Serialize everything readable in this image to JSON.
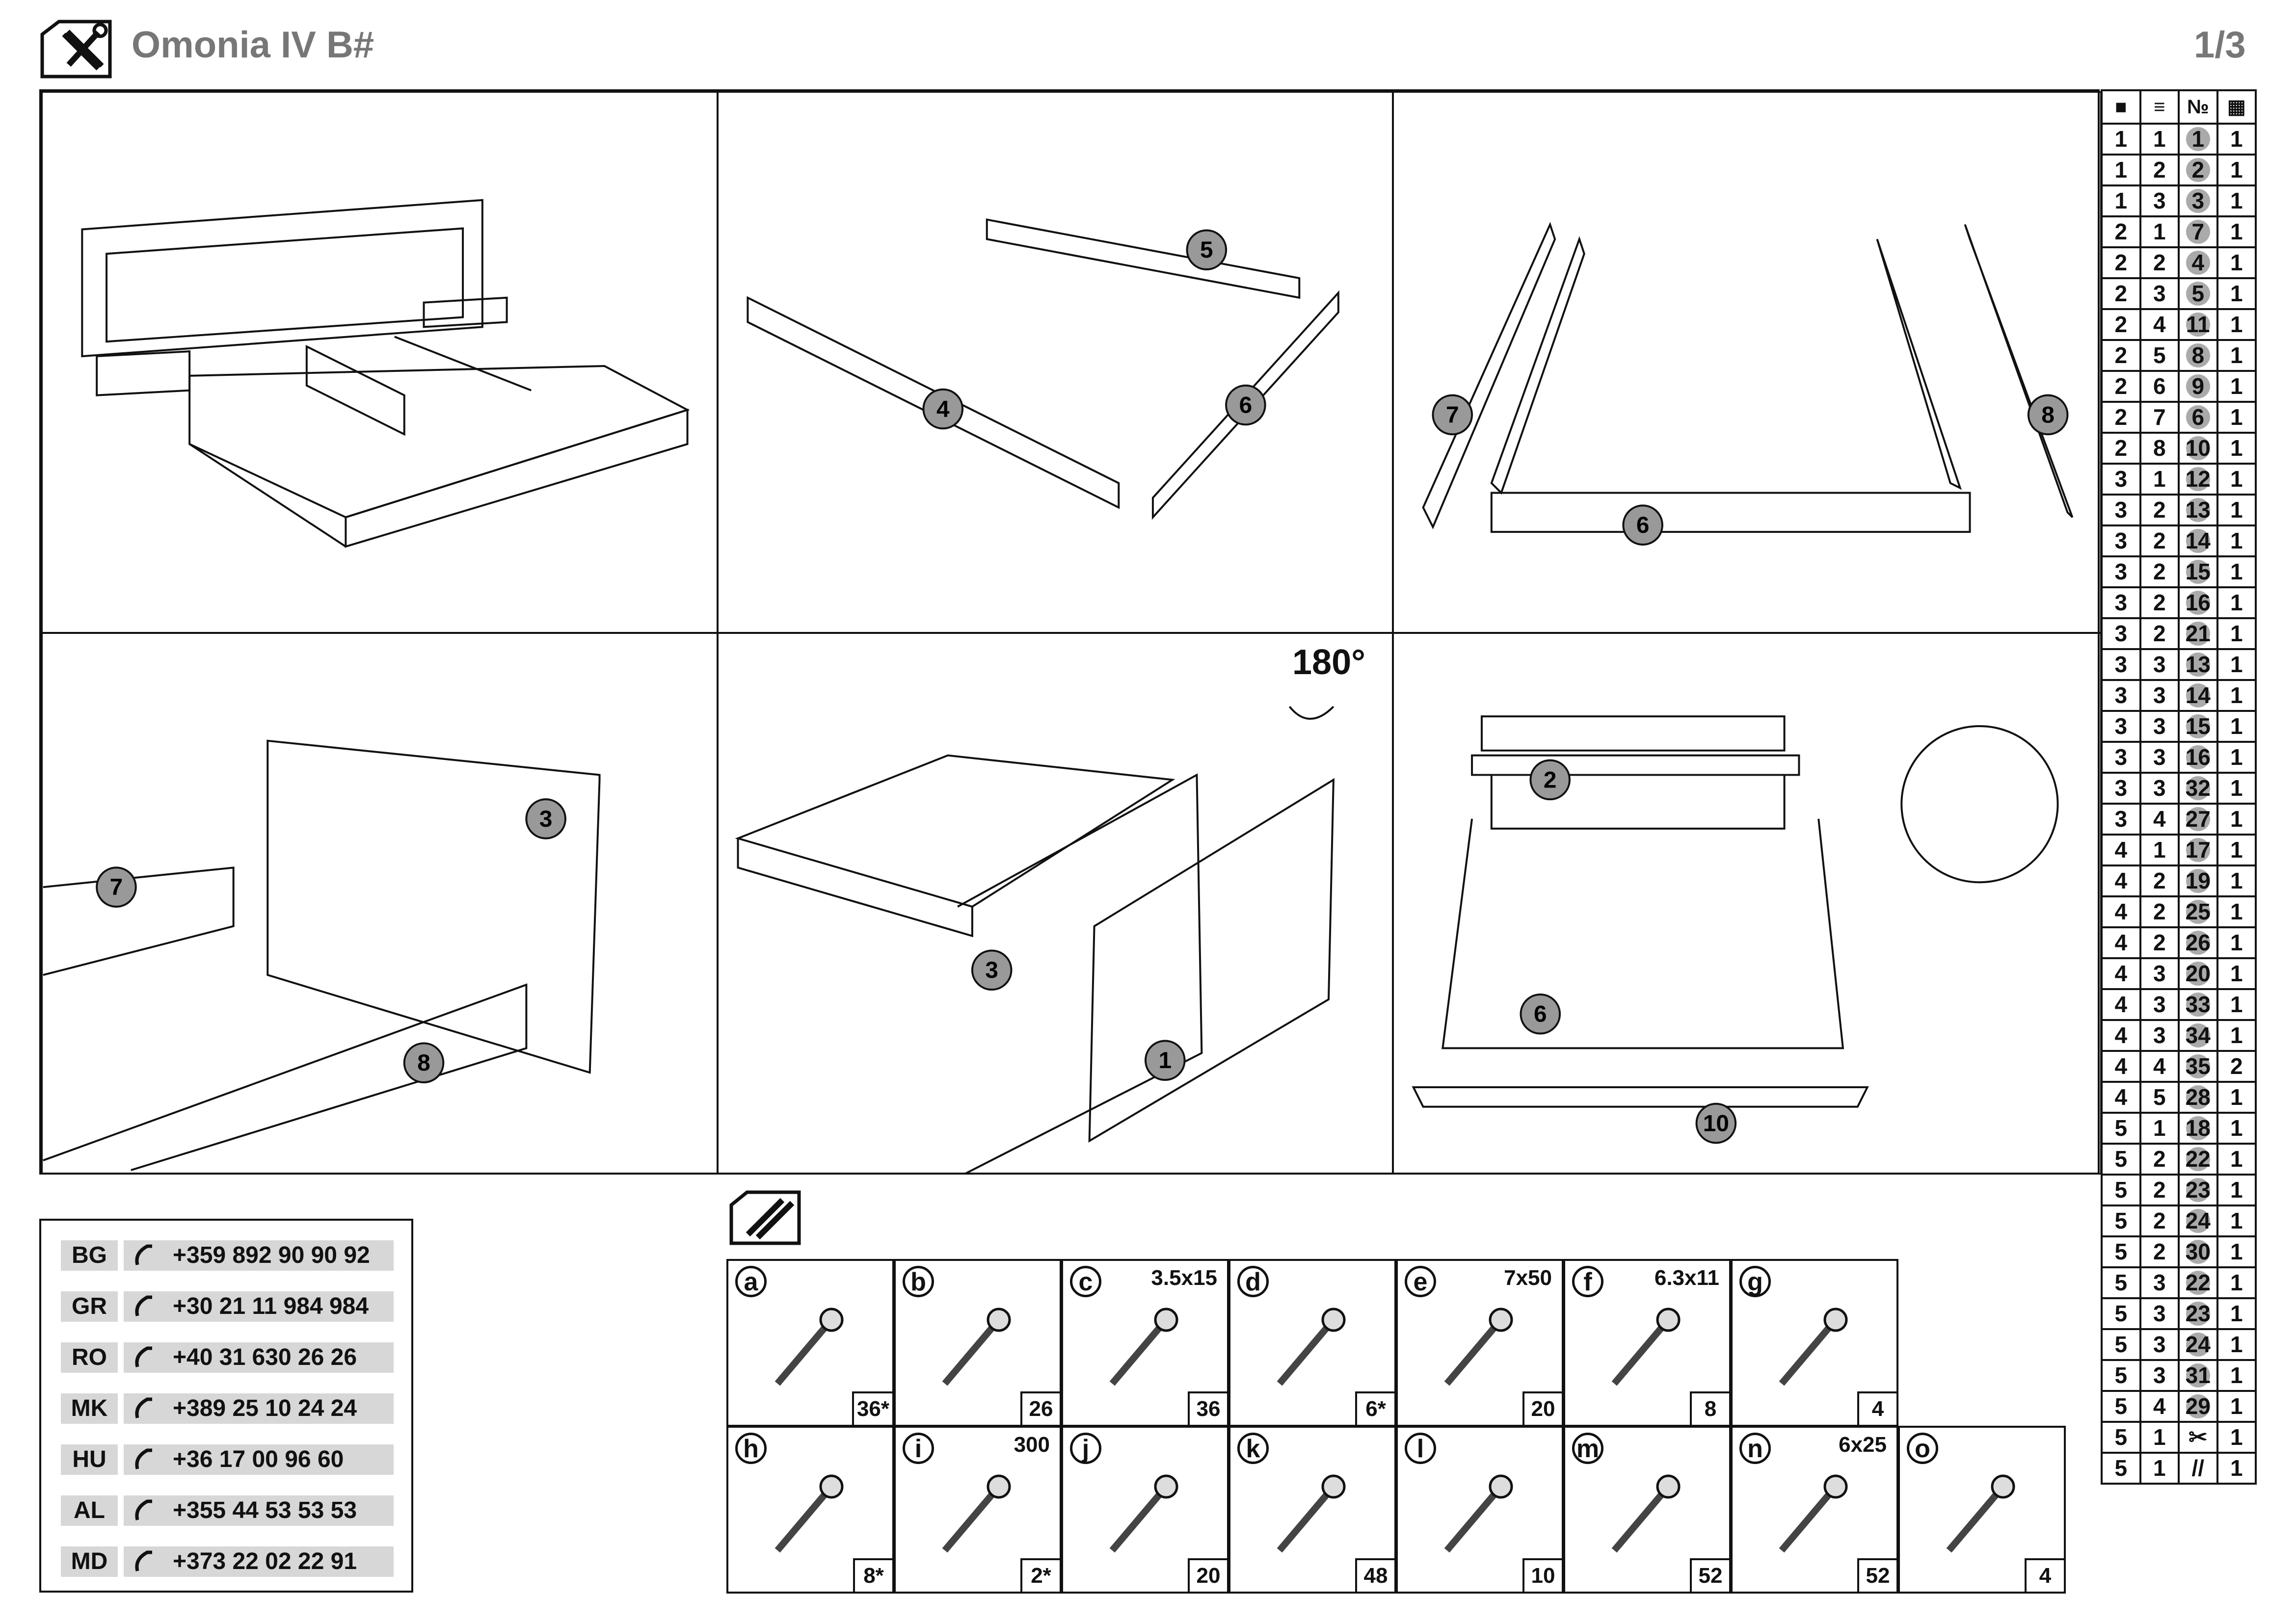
{
  "header": {
    "title": "Omonia IV B#",
    "page": "1/3"
  },
  "steps": {
    "rotate_label": "180°"
  },
  "parts_table": {
    "headers": [
      "box-icon",
      "pack-icon",
      "№",
      "qty-icon"
    ],
    "rows": [
      [
        "1",
        "1",
        "1",
        "1"
      ],
      [
        "1",
        "2",
        "2",
        "1"
      ],
      [
        "1",
        "3",
        "3",
        "1"
      ],
      [
        "2",
        "1",
        "7",
        "1"
      ],
      [
        "2",
        "2",
        "4",
        "1"
      ],
      [
        "2",
        "3",
        "5",
        "1"
      ],
      [
        "2",
        "4",
        "11",
        "1"
      ],
      [
        "2",
        "5",
        "8",
        "1"
      ],
      [
        "2",
        "6",
        "9",
        "1"
      ],
      [
        "2",
        "7",
        "6",
        "1"
      ],
      [
        "2",
        "8",
        "10",
        "1"
      ],
      [
        "3",
        "1",
        "12",
        "1"
      ],
      [
        "3",
        "2",
        "13",
        "1"
      ],
      [
        "3",
        "2",
        "14",
        "1"
      ],
      [
        "3",
        "2",
        "15",
        "1"
      ],
      [
        "3",
        "2",
        "16",
        "1"
      ],
      [
        "3",
        "2",
        "21",
        "1"
      ],
      [
        "3",
        "3",
        "13",
        "1"
      ],
      [
        "3",
        "3",
        "14",
        "1"
      ],
      [
        "3",
        "3",
        "15",
        "1"
      ],
      [
        "3",
        "3",
        "16",
        "1"
      ],
      [
        "3",
        "3",
        "32",
        "1"
      ],
      [
        "3",
        "4",
        "27",
        "1"
      ],
      [
        "4",
        "1",
        "17",
        "1"
      ],
      [
        "4",
        "2",
        "19",
        "1"
      ],
      [
        "4",
        "2",
        "25",
        "1"
      ],
      [
        "4",
        "2",
        "26",
        "1"
      ],
      [
        "4",
        "3",
        "20",
        "1"
      ],
      [
        "4",
        "3",
        "33",
        "1"
      ],
      [
        "4",
        "3",
        "34",
        "1"
      ],
      [
        "4",
        "4",
        "35",
        "2"
      ],
      [
        "4",
        "5",
        "28",
        "1"
      ],
      [
        "5",
        "1",
        "18",
        "1"
      ],
      [
        "5",
        "2",
        "22",
        "1"
      ],
      [
        "5",
        "2",
        "23",
        "1"
      ],
      [
        "5",
        "2",
        "24",
        "1"
      ],
      [
        "5",
        "2",
        "30",
        "1"
      ],
      [
        "5",
        "3",
        "22",
        "1"
      ],
      [
        "5",
        "3",
        "23",
        "1"
      ],
      [
        "5",
        "3",
        "24",
        "1"
      ],
      [
        "5",
        "3",
        "31",
        "1"
      ],
      [
        "5",
        "4",
        "29",
        "1"
      ],
      [
        "5",
        "1",
        "tools-icon",
        "1"
      ],
      [
        "5",
        "1",
        "hardware-icon",
        "1"
      ]
    ]
  },
  "phones": [
    {
      "country": "BG",
      "number": "+359 892 90 90 92"
    },
    {
      "country": "GR",
      "number": "+30 21 11 984 984"
    },
    {
      "country": "RO",
      "number": "+40 31 630 26 26"
    },
    {
      "country": "MK",
      "number": "+389 25 10 24 24"
    },
    {
      "country": "HU",
      "number": "+36 17 00 96 60"
    },
    {
      "country": "AL",
      "number": "+355 44 53 53 53"
    },
    {
      "country": "MD",
      "number": "+373 22 02 22 91"
    }
  ],
  "hardware": [
    {
      "letter": "a",
      "size": "",
      "qty": "36*"
    },
    {
      "letter": "b",
      "size": "",
      "qty": "26"
    },
    {
      "letter": "c",
      "size": "3.5x15",
      "qty": "36"
    },
    {
      "letter": "d",
      "size": "",
      "qty": "6*"
    },
    {
      "letter": "e",
      "size": "7x50",
      "qty": "20"
    },
    {
      "letter": "f",
      "size": "6.3x11",
      "qty": "8"
    },
    {
      "letter": "g",
      "size": "",
      "qty": "4"
    },
    {
      "letter": "h",
      "size": "",
      "qty": "8*"
    },
    {
      "letter": "i",
      "size": "300",
      "qty": "2*"
    },
    {
      "letter": "j",
      "size": "",
      "qty": "20"
    },
    {
      "letter": "k",
      "size": "",
      "qty": "48"
    },
    {
      "letter": "l",
      "size": "",
      "qty": "10"
    },
    {
      "letter": "m",
      "size": "",
      "qty": "52"
    },
    {
      "letter": "n",
      "size": "6x25",
      "qty": "52"
    },
    {
      "letter": "o",
      "size": "",
      "qty": "4"
    }
  ]
}
